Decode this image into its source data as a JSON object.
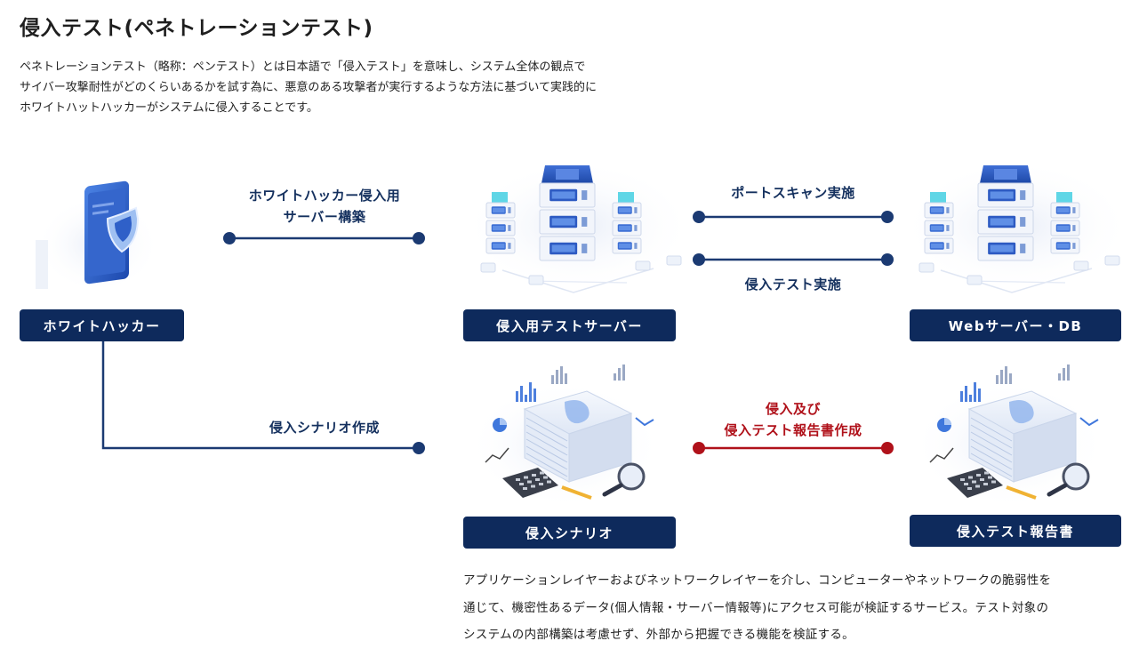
{
  "page_title": "侵入テスト(ペネトレーションテスト)",
  "intro_lines": [
    "ペネトレーションテスト（略称：ペンテスト）とは日本語で「侵入テスト」を意味し、システム全体の観点で",
    "サイバー攻撃耐性がどのくらいあるかを試す為に、悪意のある攻撃者が実行するような方法に基づいて実践的に",
    "ホワイトハットハッカーがシステムに侵入することです。"
  ],
  "nodes": {
    "white_hacker": "ホワイトハッカー",
    "test_server": "侵入用テストサーバー",
    "web_server": "Webサーバー・DB",
    "scenario": "侵入シナリオ",
    "report": "侵入テスト報告書"
  },
  "flows": {
    "build_server_1": "ホワイトハッカー侵入用",
    "build_server_2": "サーバー構築",
    "port_scan": "ポートスキャン実施",
    "pen_test": "侵入テスト実施",
    "create_scenario": "侵入シナリオ作成",
    "report_1": "侵入及び",
    "report_2": "侵入テスト報告書作成"
  },
  "description_lines": [
    "アプリケーションレイヤーおよびネットワークレイヤーを介し、コンピューターやネットワークの脆弱性を",
    "通じて、機密性あるデータ(個人情報・サーバー情報等)にアクセス可能が検証するサービス。テスト対象の",
    "システムの内部構築は考慮せず、外部から把握できる機能を検証する。"
  ],
  "colors": {
    "navy": "#0e2a5c",
    "line": "#1b3a72",
    "red": "#b0111a"
  },
  "icons": [
    "smartphone-shield-icon",
    "server-rack-icon",
    "report-desk-icon"
  ]
}
